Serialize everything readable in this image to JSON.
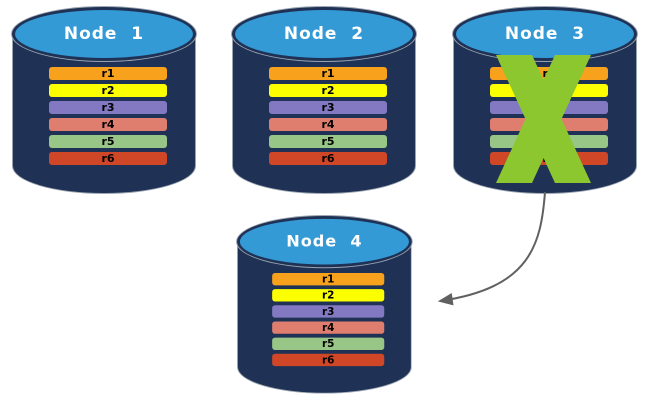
{
  "diagram": {
    "nodes": [
      {
        "label": "Node  1",
        "status": "healthy",
        "rows": [
          "r1",
          "r2",
          "r3",
          "r4",
          "r5",
          "r6"
        ]
      },
      {
        "label": "Node  2",
        "status": "healthy",
        "rows": [
          "r1",
          "r2",
          "r3",
          "r4",
          "r5",
          "r6"
        ]
      },
      {
        "label": "Node  3",
        "status": "failed",
        "rows": [
          "r1",
          "r2",
          "r3",
          "r4",
          "r5",
          "r6"
        ]
      },
      {
        "label": "Node  4",
        "status": "healthy",
        "rows": [
          "r1",
          "r2",
          "r3",
          "r4",
          "r5",
          "r6"
        ]
      }
    ],
    "row_colors": [
      "#F7A11C",
      "#FBFF00",
      "#8379C2",
      "#DF7E6E",
      "#97C687",
      "#D04727"
    ],
    "colors": {
      "cylinder_body": "#1F3155",
      "cylinder_top": "#339AD5",
      "node_label_text": "#FFFFFF",
      "row_text": "#000000",
      "failure_x": "#8CC72F",
      "arrow": "#606060"
    }
  }
}
